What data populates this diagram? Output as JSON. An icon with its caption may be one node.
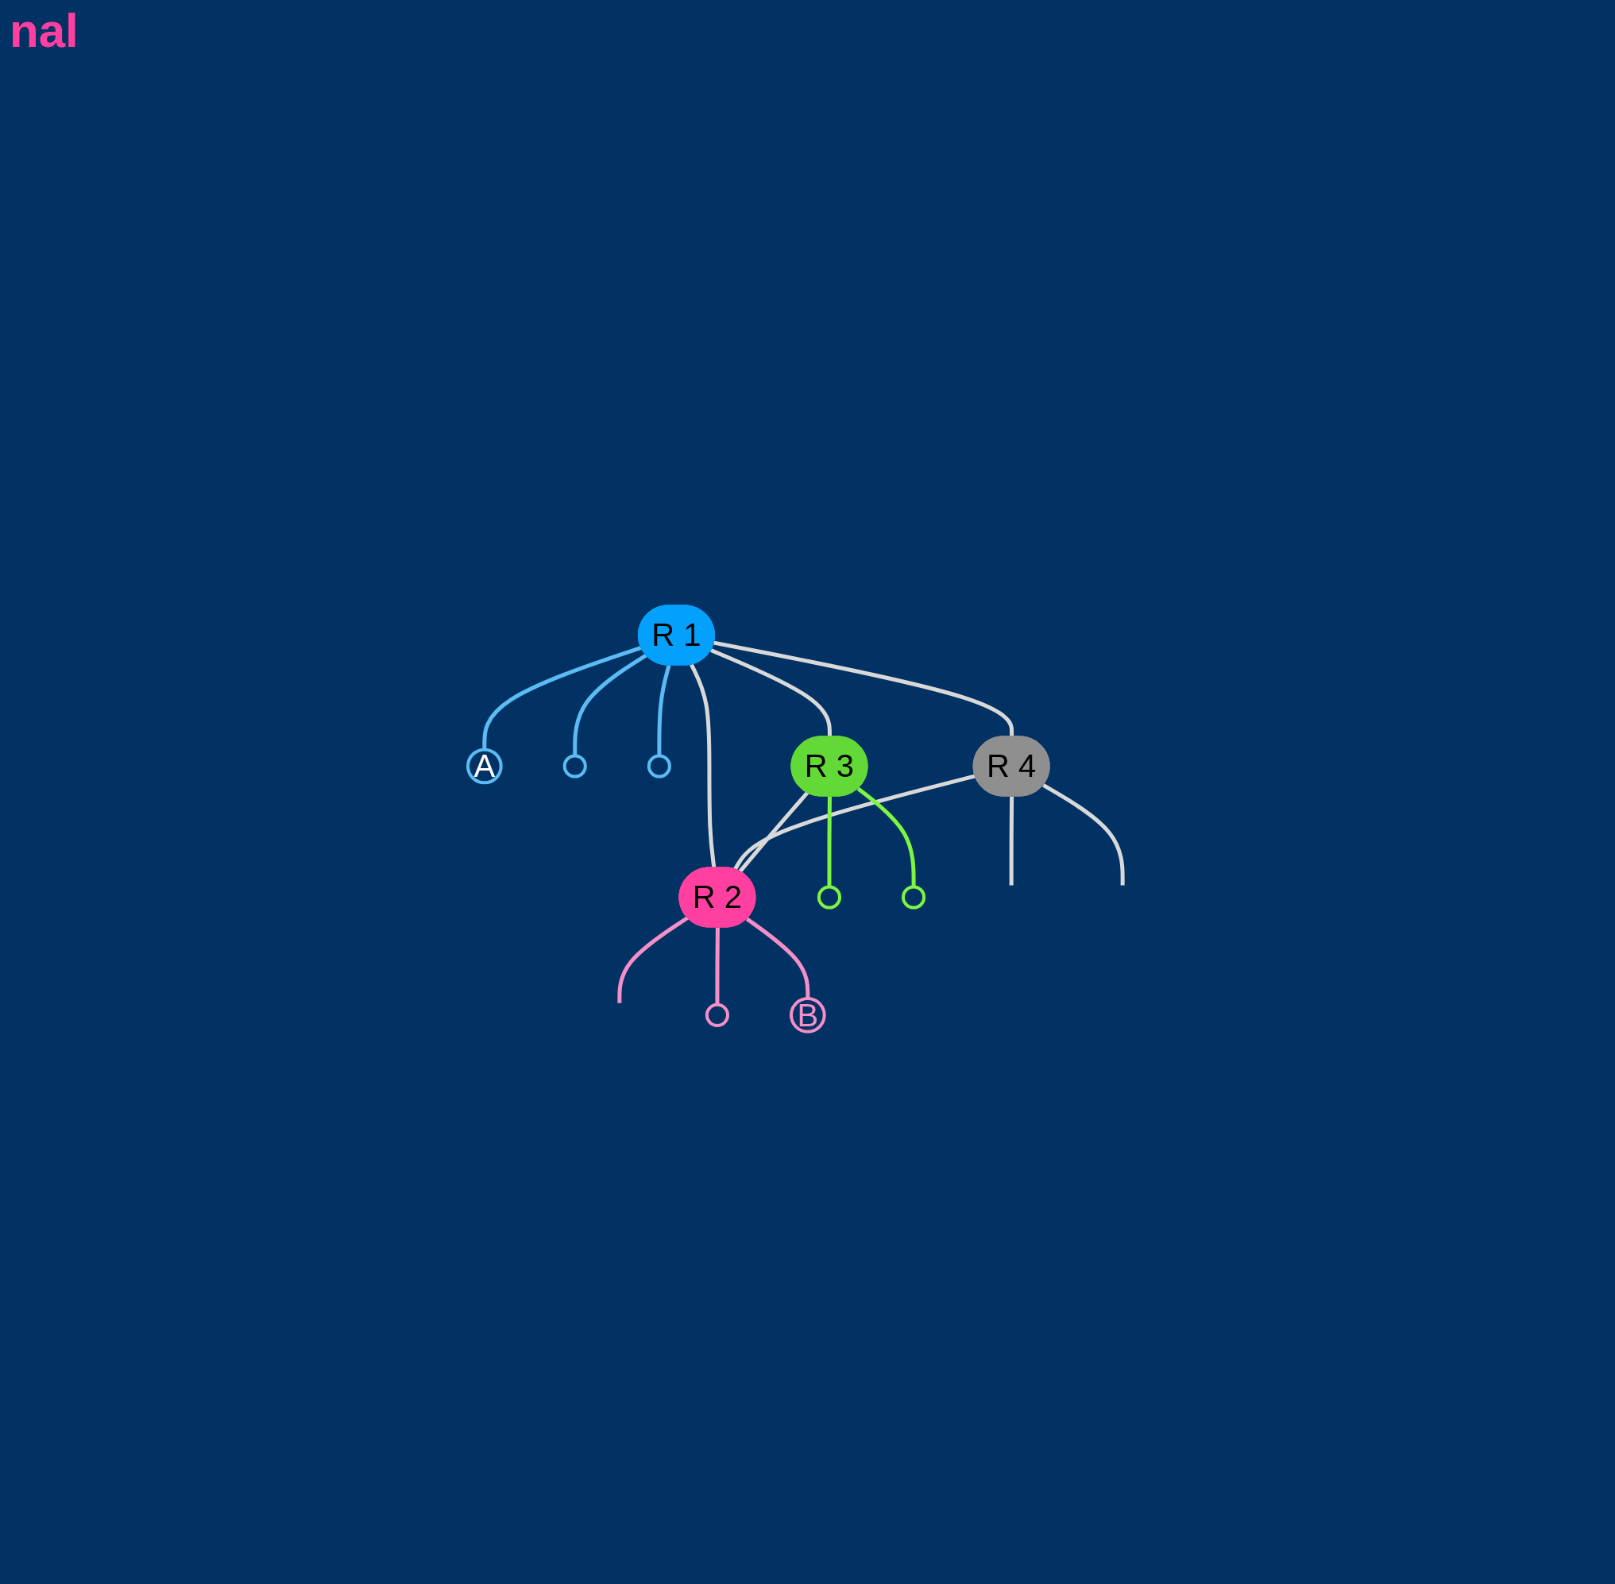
{
  "diagram": {
    "nodes": [
      {
        "text": [
          "A"
        ]
      },
      {
        "text": [],
        "shape": "circle"
      },
      {
        "text": [
          "R 1"
        ]
      },
      {
        "text": [],
        "shape": "circle"
      },
      {
        "text": [
          "R 4"
        ]
      },
      {
        "text": [
          "R 3"
        ]
      },
      {
        "text": [
          "R 2"
        ]
      },
      {
        "text": [],
        "shape": "circle"
      },
      {
        "text": [],
        "shape": "circle"
      },
      {
        "text": [],
        "shape": "circle"
      },
      {
        "text": [
          "B"
        ]
      }
    ],
    "edges": [
      {
        "from": 2,
        "to": 0,
        "arrow": "none",
        "color": "#5bbcf5"
      },
      {
        "from": 2,
        "to": 1,
        "arrow": "none",
        "color": "#5bbcf5"
      },
      {
        "from": 2,
        "to": 3,
        "arrow": "none",
        "color": "#5bbcf5"
      },
      {
        "from": 2,
        "to": 4,
        "arrow": "none"
      },
      {
        "from": 2,
        "to": 5,
        "arrow": "none"
      },
      {
        "from": 2,
        "to": 6,
        "arrow": "none"
      },
      {
        "from": 4,
        "to": 6,
        "arrow": "none"
      },
      {
        "from": 5,
        "to": 6,
        "arrow": "none"
      },
      {
        "from": 4,
        "to": null,
        "arrow": "none"
      },
      {
        "from": 4,
        "to": null,
        "arrow": "none"
      },
      {
        "from": 5,
        "to": 7,
        "arrow": "none",
        "color": "#7ef542"
      },
      {
        "from": 5,
        "to": 8,
        "arrow": "none",
        "color": "#7ef542"
      },
      {
        "from": 6,
        "to": null,
        "arrow": "none",
        "color": "#f58fc8"
      },
      {
        "from": 6,
        "to": 9,
        "arrow": "none",
        "color": "#f58fc8"
      },
      {
        "from": 6,
        "to": 10,
        "arrow": "none",
        "color": "#f58fc8"
      }
    ],
    "labels": [
      "nal"
    ]
  }
}
